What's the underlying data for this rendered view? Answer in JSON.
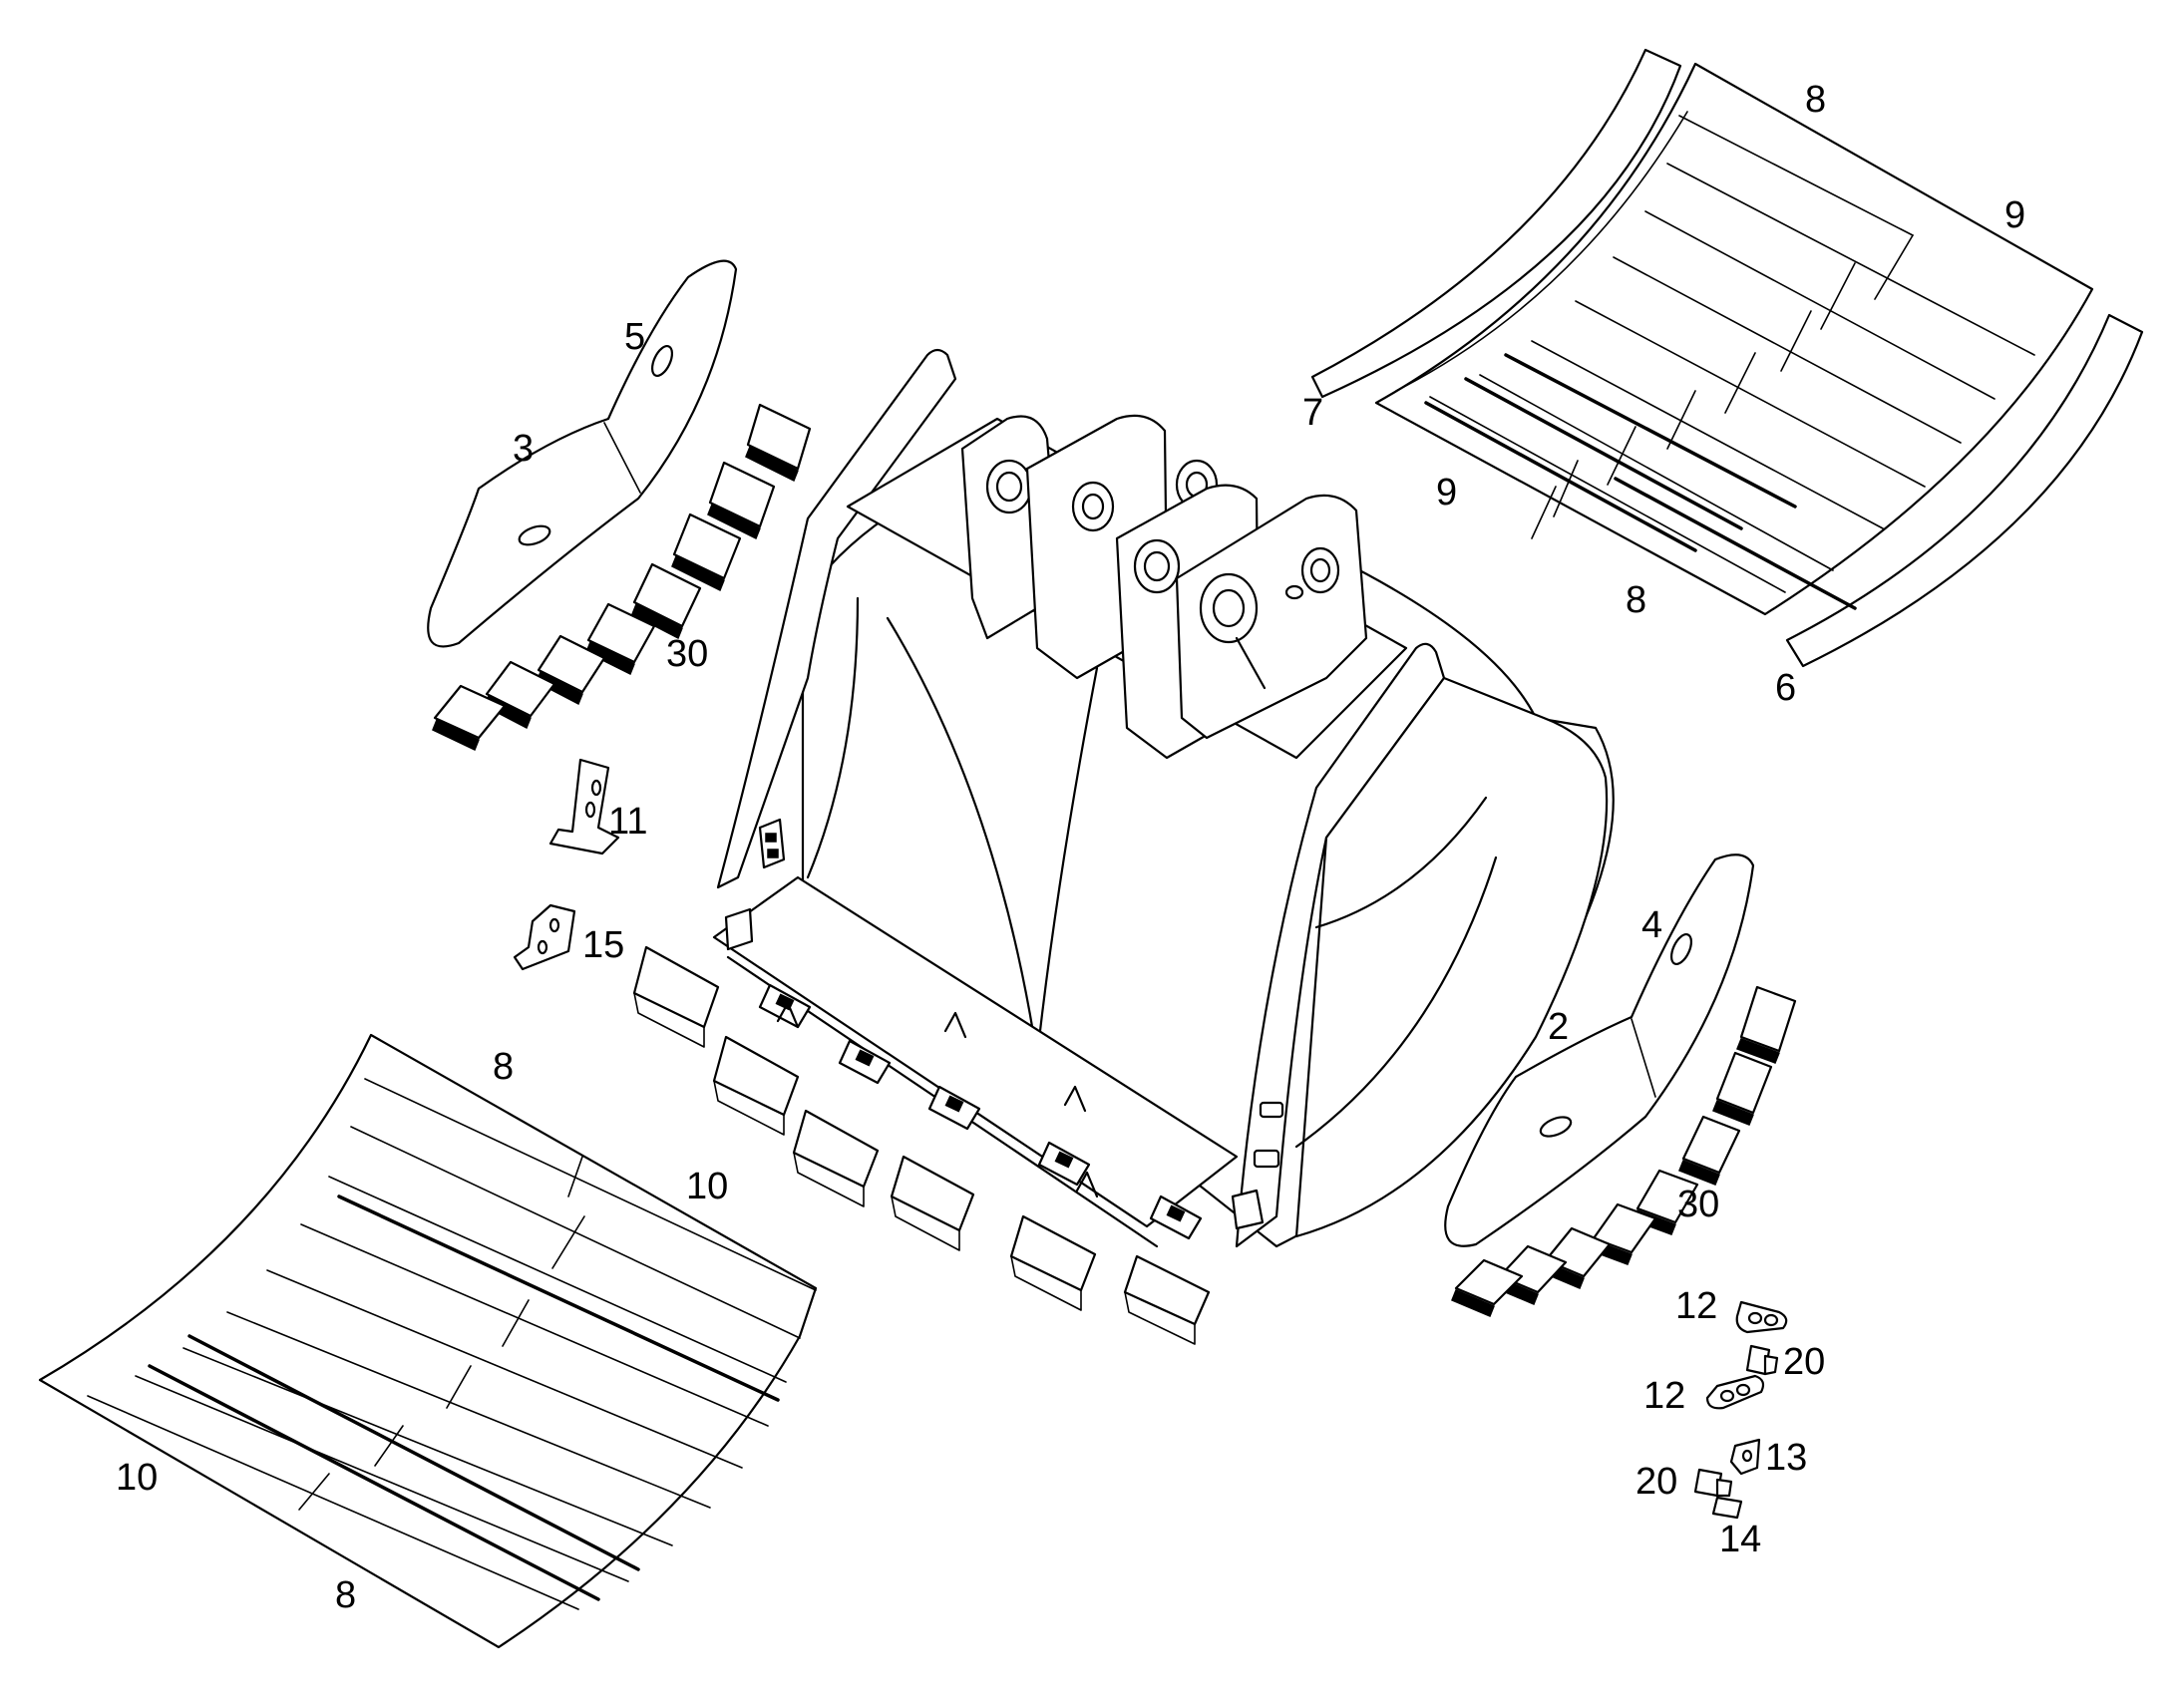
{
  "callouts": {
    "c2": "2",
    "c3": "3",
    "c4": "4",
    "c5": "5",
    "c6": "6",
    "c7": "7",
    "c8_top": "8",
    "c8_top_mid": "8",
    "c8_bottom_top": "8",
    "c8_bottom": "8",
    "c9_top": "9",
    "c9_mid": "9",
    "c10_bottom_right": "10",
    "c10_bottom_left": "10",
    "c11": "11",
    "c12_upper": "12",
    "c12_lower": "12",
    "c13": "13",
    "c14": "14",
    "c15": "15",
    "c20_upper": "20",
    "c20_lower": "20",
    "c30_left": "30",
    "c30_right": "30"
  }
}
